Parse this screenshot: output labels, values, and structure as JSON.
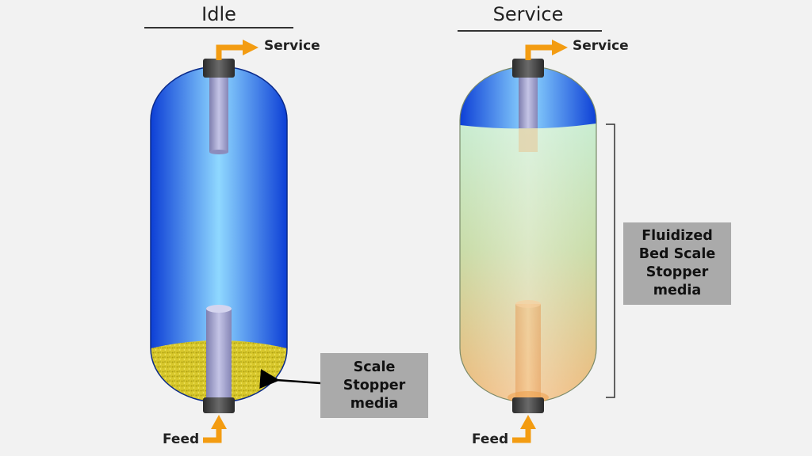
{
  "panels": {
    "idle": {
      "title": "Idle",
      "outlet_label": "Service",
      "inlet_label": "Feed",
      "callout": "Scale\nStopper\nmedia"
    },
    "service": {
      "title": "Service",
      "outlet_label": "Service",
      "inlet_label": "Feed",
      "callout": "Fluidized\nBed Scale\nStopper\nmedia"
    }
  },
  "colors": {
    "water": "#1c57f0",
    "water_highlight": "#8fd8ff",
    "media": "#d4c422",
    "fluidized_top": "#b8e6c2",
    "fluidized_bottom": "#f0b878",
    "pipe": "#a6a6d2",
    "flow_arrow": "#f39c12",
    "callout_box": "#aaaaaa"
  }
}
